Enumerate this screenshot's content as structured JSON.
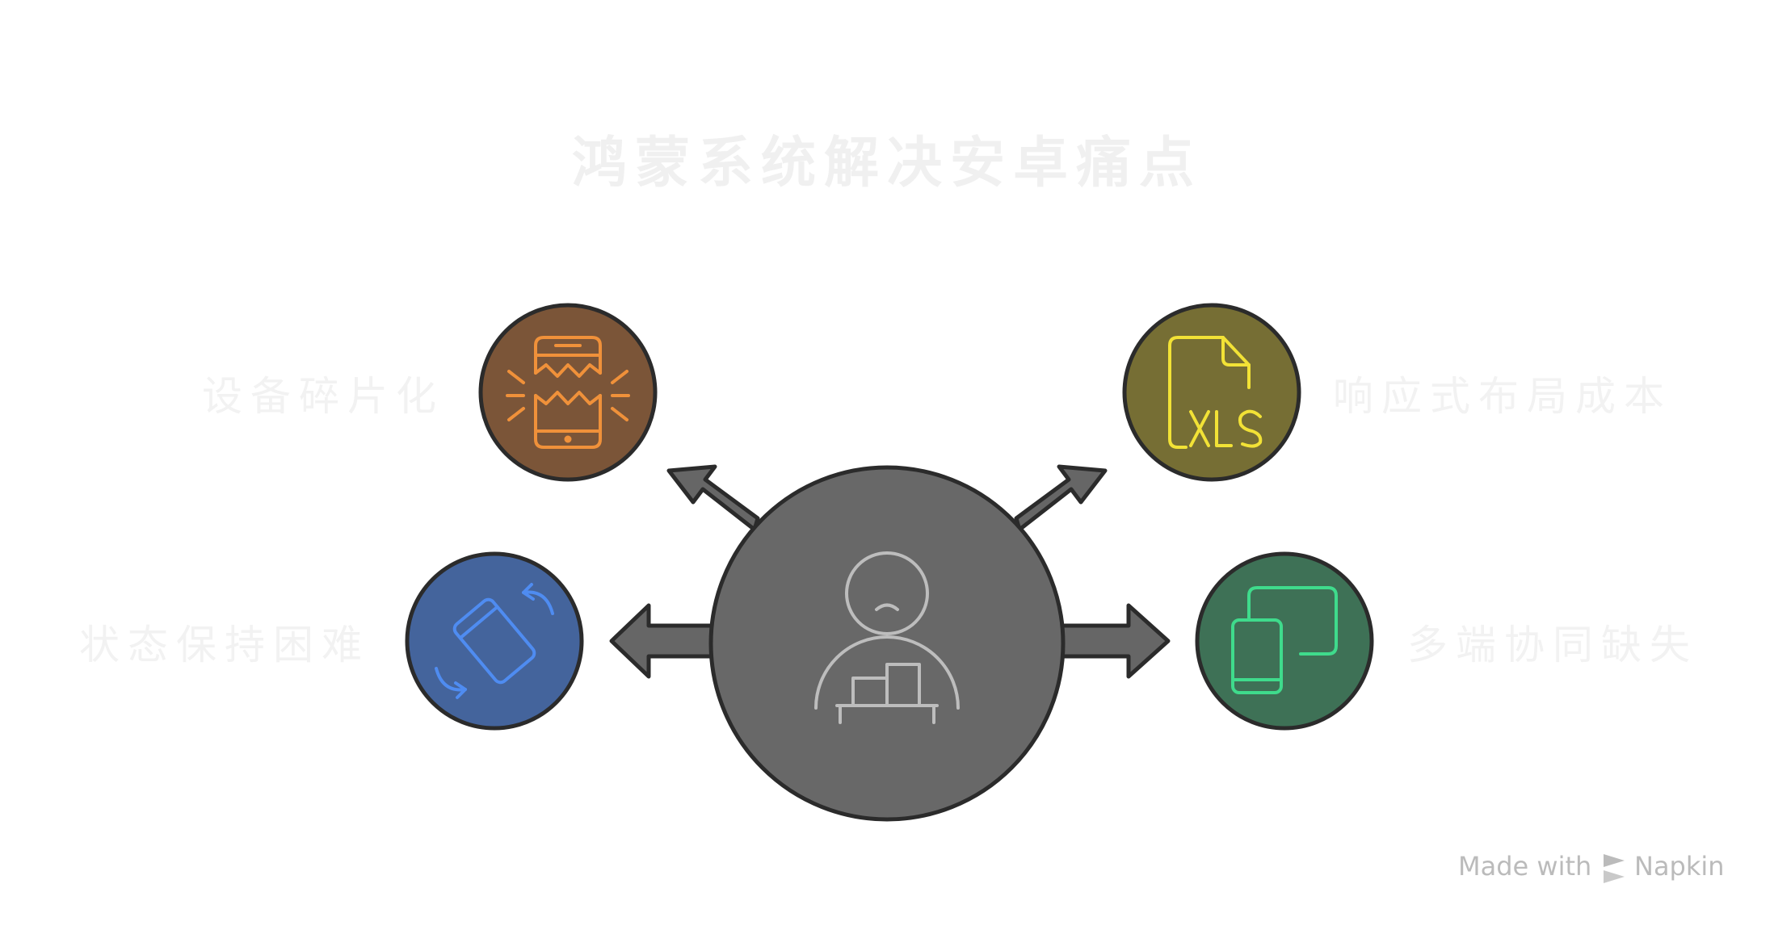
{
  "title": "鸿蒙系统解决安卓痛点",
  "nodes": [
    {
      "label": "设备碎片化",
      "icon": "broken-phone-icon",
      "fill": "#7B5538",
      "stroke": "#F0913A"
    },
    {
      "label": "响应式布局成本",
      "icon": "xls-file-icon",
      "fill": "#766E34",
      "stroke": "#F2E236"
    },
    {
      "label": "状态保持困难",
      "icon": "rotate-device-icon",
      "fill": "#44649C",
      "stroke": "#4F8CF1"
    },
    {
      "label": "多端协同缺失",
      "icon": "multi-device-icon",
      "fill": "#3E7156",
      "stroke": "#3FDB8C"
    }
  ],
  "center": {
    "icon": "sad-person-icon",
    "fill": "#686868",
    "stroke": "#BDBDBD"
  },
  "arrow_color": "#666666",
  "outline_color": "#2B2B2B",
  "label_color": "#F2F2F2",
  "title_color": "#F0F0F0",
  "credit": {
    "made_with": "Made with",
    "brand": "Napkin",
    "color": "#BBBBBB"
  }
}
